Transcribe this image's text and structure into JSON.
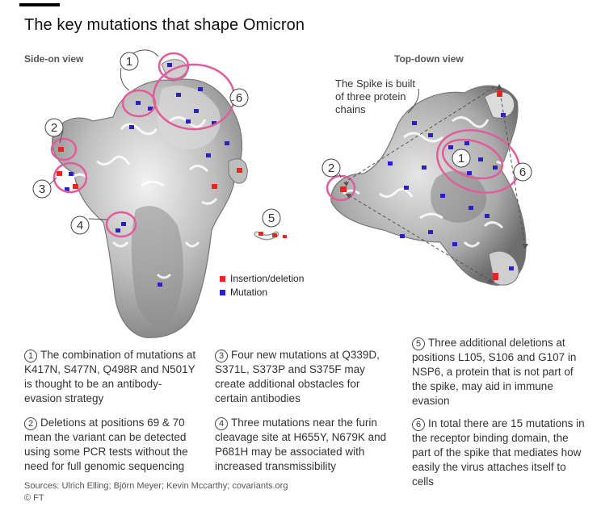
{
  "title": "The key mutations that shape Omicron",
  "views": {
    "side": "Side-on view",
    "top": "Top-down view"
  },
  "spike_annotation": "The Spike is built of three protein chains",
  "legend": [
    {
      "label": "Insertion/deletion",
      "color": "#e8251f"
    },
    {
      "label": "Mutation",
      "color": "#2a1fc8"
    }
  ],
  "markers": [
    "1",
    "2",
    "3",
    "4",
    "5",
    "6"
  ],
  "notes": [
    {
      "num": "1",
      "text": "The combination of mutations at K417N, S477N, Q498R and N501Y is thought to be an antibody-evasion strategy"
    },
    {
      "num": "2",
      "text": "Deletions at positions 69 & 70 mean the variant can be detected using some PCR tests without the need for full genomic sequencing"
    },
    {
      "num": "3",
      "text": "Four new mutations at Q339D, S371L, S373P and S375F may create additional obstacles for certain antibodies"
    },
    {
      "num": "4",
      "text": "Three mutations near the furin cleavage site at H655Y, N679K and P681H may be associated with increased transmissibility"
    },
    {
      "num": "5",
      "text": "Three additional deletions at positions L105, S106 and G107 in NSP6, a protein that is not part of the spike, may aid in immune evasion"
    },
    {
      "num": "6",
      "text": "In total there are 15 mutations in the receptor binding domain, the part of the spike that mediates how easily the virus attaches itself to cells"
    }
  ],
  "sources": "Sources: Ulrich Elling; Björn Meyer; Kevin Mccarthy; covariants.org",
  "copyright": "© FT",
  "colors": {
    "highlight": "#e25c9b",
    "deletion": "#e8251f",
    "mutation": "#2a1fc8"
  }
}
